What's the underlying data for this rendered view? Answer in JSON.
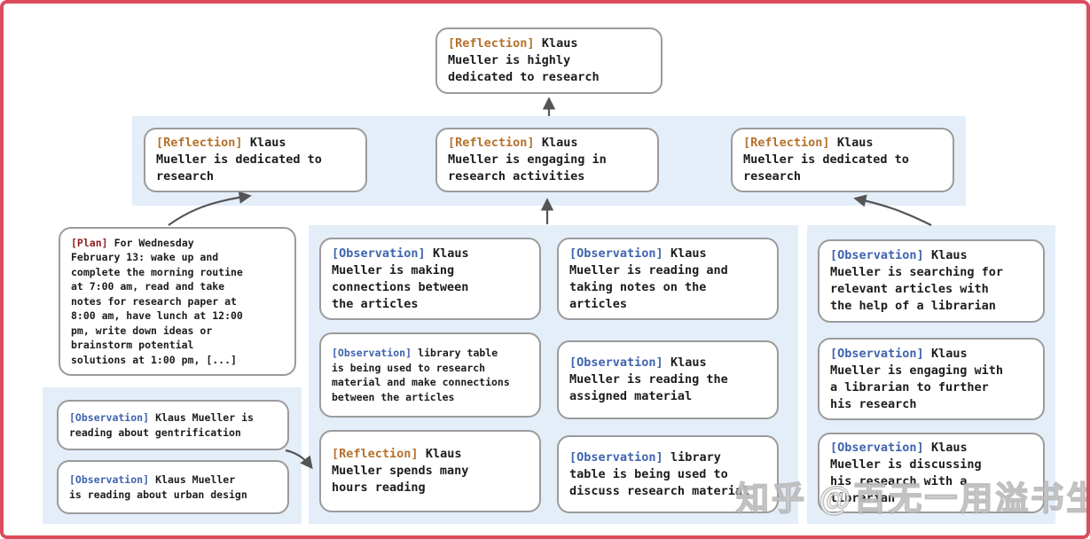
{
  "figure": {
    "description_tags": {
      "reflection": "[Reflection]",
      "observation": "[Observation]",
      "plan": "[Plan]"
    },
    "colors": {
      "frame_border": "#dc4b5c",
      "panel_blue": "#e4eef9",
      "node_border": "#9b9b9b",
      "reflection_tag": "#b5712c",
      "observation_tag": "#3e63ae",
      "plan_tag": "#8f1d1d",
      "arrow": "#555555",
      "body_text": "#1c1c1c"
    }
  },
  "nodes": {
    "top": {
      "tag": "[Reflection]",
      "text": "Klaus\nMueller is highly\ndedicated to research"
    },
    "row2": [
      {
        "tag": "[Reflection]",
        "text": "Klaus\nMueller is dedicated to\nresearch"
      },
      {
        "tag": "[Reflection]",
        "text": "Klaus\nMueller is engaging in\nresearch activities"
      },
      {
        "tag": "[Reflection]",
        "text": "Klaus\nMueller is dedicated to\nresearch"
      }
    ],
    "plan": {
      "tag": "[Plan]",
      "text": "For Wednesday\nFebruary 13: wake up and\ncomplete the morning routine\nat 7:00 am, read and take\nnotes for research paper at\n8:00 am, have lunch at 12:00\npm, write down ideas or\nbrainstorm potential\nsolutions at 1:00 pm, [...]"
    },
    "left_observations": [
      {
        "tag": "[Observation]",
        "text": "Klaus Mueller is\nreading about gentrification"
      },
      {
        "tag": "[Observation]",
        "text": "Klaus Mueller\nis reading about urban design"
      }
    ],
    "middle": [
      {
        "tag": "[Observation]",
        "text": "Klaus\nMueller is making\nconnections between\nthe articles"
      },
      {
        "tag": "[Observation]",
        "text": "library table\nis being used to research\nmaterial and make connections\nbetween the articles"
      },
      {
        "tag": "[Reflection]",
        "text": "Klaus\nMueller spends many\nhours reading"
      },
      {
        "tag": "[Observation]",
        "text": "Klaus\nMueller is reading and\ntaking notes on the\narticles"
      },
      {
        "tag": "[Observation]",
        "text": "Klaus\nMueller is reading the\nassigned material"
      },
      {
        "tag": "[Observation]",
        "text": "library\ntable is being used to\ndiscuss research material"
      }
    ],
    "right": [
      {
        "tag": "[Observation]",
        "text": "Klaus\nMueller is searching for\nrelevant articles with\nthe help of a librarian"
      },
      {
        "tag": "[Observation]",
        "text": "Klaus\nMueller is engaging with\na librarian to further\nhis research"
      },
      {
        "tag": "[Observation]",
        "text": "Klaus\nMueller is discussing\nhis research with a\nlibrarian"
      }
    ]
  },
  "watermark": {
    "text": "知乎 @百无一用溢书生"
  }
}
